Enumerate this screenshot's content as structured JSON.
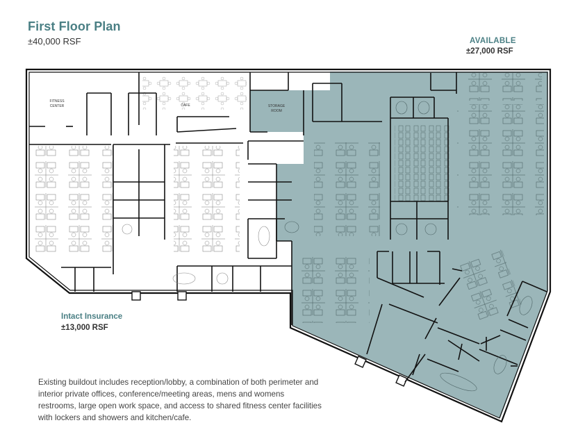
{
  "header": {
    "title": "First Floor Plan",
    "total_area": "±40,000 RSF"
  },
  "available": {
    "label": "AVAILABLE",
    "area": "±27,000 RSF",
    "fill_color": "#9bb6b9"
  },
  "tenant": {
    "label": "Intact Insurance",
    "area": "±13,000 RSF"
  },
  "rooms": {
    "fitness": "FITNESS",
    "fitness2": "CENTER",
    "cafe": "CAFE",
    "storage": "STORAGE",
    "storage2": "ROOM"
  },
  "description": "Existing buildout includes reception/lobby, a combination of both perimeter and interior private offices, conference/meeting areas, mens and womens restrooms, large open work space, and access to shared fitness center facilities with lockers and showers and kitchen/cafe.",
  "colors": {
    "accent": "#4a7f84",
    "available_fill": "#9bb6b9",
    "wall": "#111111"
  }
}
